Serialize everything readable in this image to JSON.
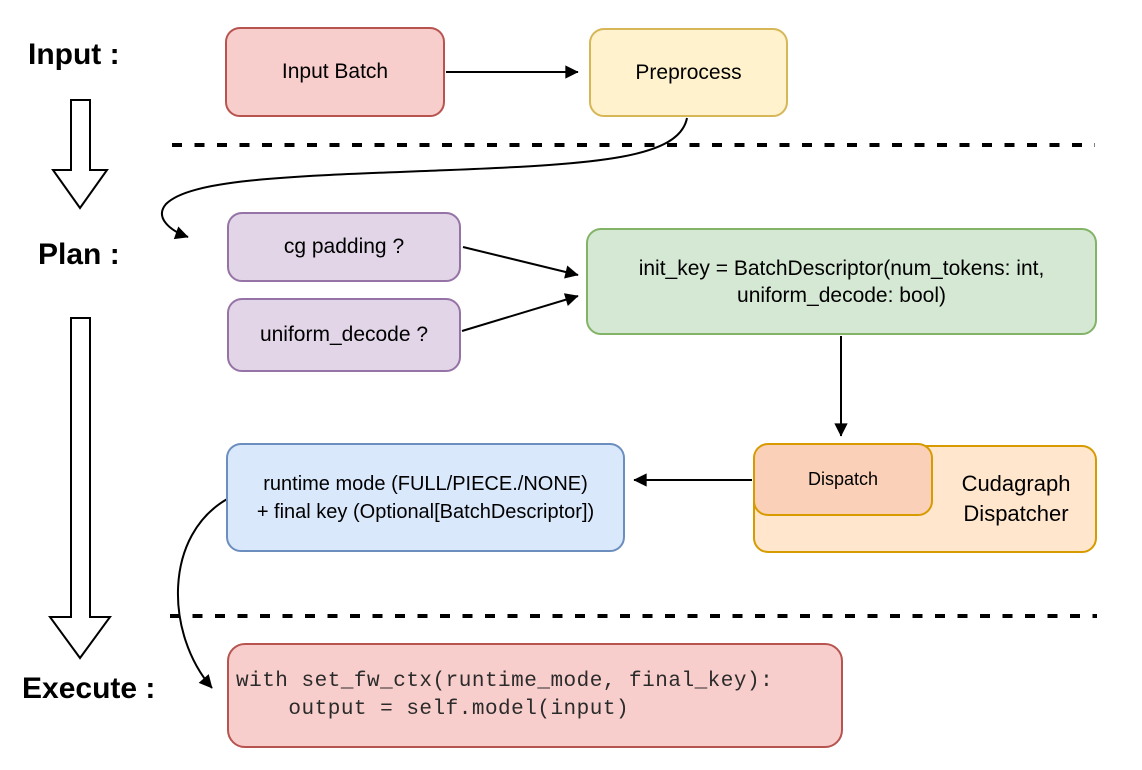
{
  "stages": {
    "input": "Input :",
    "plan": "Plan :",
    "execute": "Execute :"
  },
  "nodes": {
    "input_batch": {
      "label": "Input Batch"
    },
    "preprocess": {
      "label": "Preprocess"
    },
    "cg_padding": {
      "label": "cg padding ?"
    },
    "uniform_decode": {
      "label": "uniform_decode ?"
    },
    "init_key": {
      "line1": "init_key = BatchDescriptor(num_tokens: int,",
      "line2": "uniform_decode: bool)"
    },
    "dispatch": {
      "label": "Dispatch"
    },
    "cudagraph_dispatcher": {
      "line1": "Cudagraph",
      "line2": "Dispatcher"
    },
    "runtime_mode": {
      "line1": "runtime mode (FULL/PIECE./NONE)",
      "line2": "+ final key (Optional[BatchDescriptor])"
    },
    "execute_code": {
      "line1": "with set_fw_ctx(runtime_mode, final_key):",
      "line2": "    output = self.model(input)"
    }
  },
  "colors": {
    "red_fill": "#f8cecc",
    "red_stroke": "#b85450",
    "yellow_fill": "#fff2cc",
    "yellow_stroke": "#d6b656",
    "purple_fill": "#e1d5e7",
    "purple_stroke": "#9673a6",
    "green_fill": "#d5e8d4",
    "green_stroke": "#82b366",
    "blue_fill": "#dae8fc",
    "blue_stroke": "#6c8ebf",
    "orange_outer_fill": "#ffe6cc",
    "orange_inner_fill": "#fad1b8",
    "orange_stroke": "#d79b00",
    "connector": "#000000"
  }
}
